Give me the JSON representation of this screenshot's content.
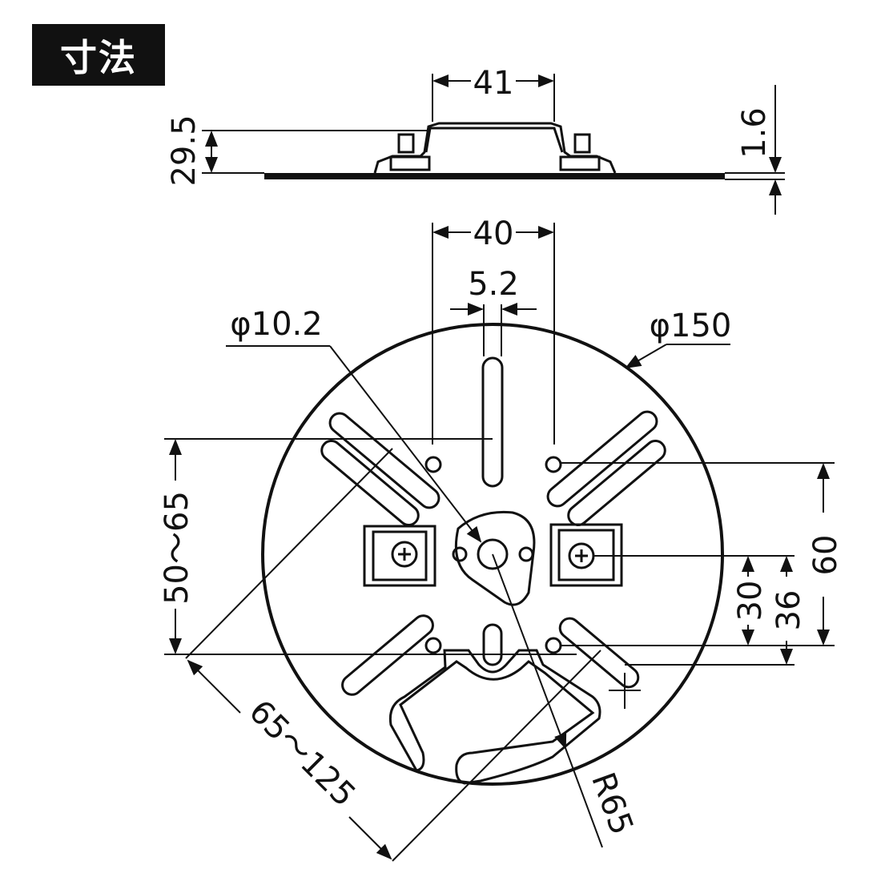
{
  "title": "寸法",
  "side_view": {
    "width_top": "41",
    "height": "29.5",
    "thickness": "1.6"
  },
  "plan_view": {
    "slot_spacing": "40",
    "slot_width": "5.2",
    "center_hole": "φ10.2",
    "outer_diameter": "φ150",
    "range_vertical": "50〜65",
    "range_diagonal": "65〜125",
    "dim_60": "60",
    "dim_30": "30",
    "dim_36": "36",
    "radius": "R65"
  }
}
